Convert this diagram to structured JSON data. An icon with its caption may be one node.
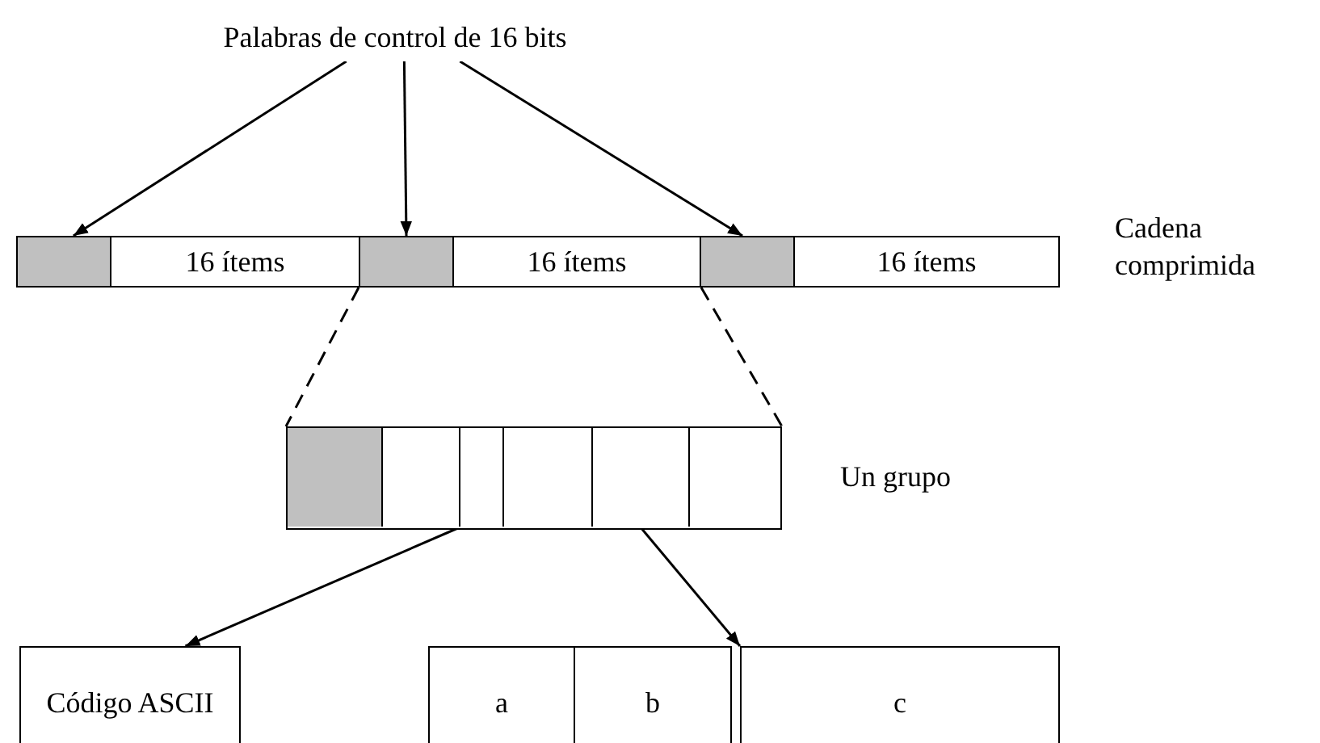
{
  "diagram": {
    "nodes": [
      {
        "text": [
          "Palabras de control de 16 bits"
        ]
      },
      {
        "text": [],
        "shape": "box"
      },
      {
        "text": [
          "16 ítems"
        ]
      },
      {
        "text": [],
        "shape": "box"
      },
      {
        "text": [
          "16 ítems"
        ]
      },
      {
        "text": [],
        "shape": "box"
      },
      {
        "text": [
          "16 ítems"
        ]
      },
      {
        "text": [],
        "shape": "box",
        "beside": [
          "Un grupo"
        ]
      },
      {
        "text": [],
        "shape": "box",
        "in": 7
      },
      {
        "text": [],
        "shape": "box",
        "in": 7
      },
      {
        "text": [],
        "shape": "box",
        "in": 7
      },
      {
        "text": [],
        "shape": "box",
        "in": 7
      },
      {
        "text": [],
        "shape": "box",
        "in": 7
      },
      {
        "text": [],
        "shape": "box",
        "in": 7
      },
      {
        "text": [
          "Código ASCII"
        ]
      },
      {
        "text": [
          "a"
        ]
      },
      {
        "text": [
          "b"
        ]
      },
      {
        "text": [
          "c"
        ]
      }
    ],
    "edges": [
      {
        "from": 0,
        "to": 1,
        "arrow": "to"
      },
      {
        "from": 0,
        "to": 3,
        "arrow": "to"
      },
      {
        "from": 0,
        "to": 5,
        "arrow": "to"
      },
      {
        "from": 3,
        "to": 7,
        "arrow": "none",
        "style": "dashed"
      },
      {
        "from": 4,
        "to": 7,
        "arrow": "none",
        "style": "dashed"
      },
      {
        "from": 10,
        "to": 14,
        "arrow": "to"
      },
      {
        "from": 12,
        "to": 17,
        "arrow": "to"
      }
    ],
    "labels": [
      "Cadena comprimida"
    ]
  }
}
